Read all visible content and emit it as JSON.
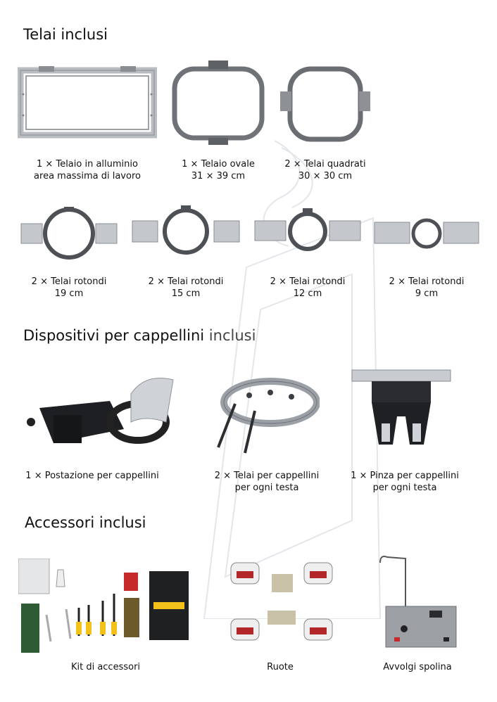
{
  "sections": {
    "frames": {
      "title": "Telai inclusi",
      "items": [
        {
          "line1": "1 × Telaio in alluminio",
          "line2": "area massima di lavoro"
        },
        {
          "line1": "1 × Telaio ovale",
          "line2": "31 × 39 cm"
        },
        {
          "line1": "2 × Telai quadrati",
          "line2": "30 × 30 cm"
        },
        {
          "line1": "2 × Telai rotondi",
          "line2": "19 cm"
        },
        {
          "line1": "2 × Telai rotondi",
          "line2": "15 cm"
        },
        {
          "line1": "2 × Telai rotondi",
          "line2": "12 cm"
        },
        {
          "line1": "2 × Telai rotondi",
          "line2": "9 cm"
        }
      ]
    },
    "caps": {
      "title_main": "Dispositivi per cappellini",
      "title_light": "inclusi",
      "items": [
        {
          "line1": "1 × Postazione per cappellini",
          "line2": ""
        },
        {
          "line1": "2 × Telai per cappellini",
          "line2": "per ogni testa"
        },
        {
          "line1": "1 × Pinza per cappellini",
          "line2": "per ogni testa"
        }
      ]
    },
    "accessories": {
      "title": "Accessori inclusi",
      "items": [
        {
          "line1": "Kit di accessori"
        },
        {
          "line1": "Ruote"
        },
        {
          "line1": "Avvolgi spolina"
        }
      ]
    }
  },
  "colors": {
    "frame_gray": "#6f7378",
    "aluminium": "#b9bcc0",
    "steel": "#9aa0a6",
    "hoop_dark": "#4d5156",
    "watermark": "#d9dce0"
  }
}
